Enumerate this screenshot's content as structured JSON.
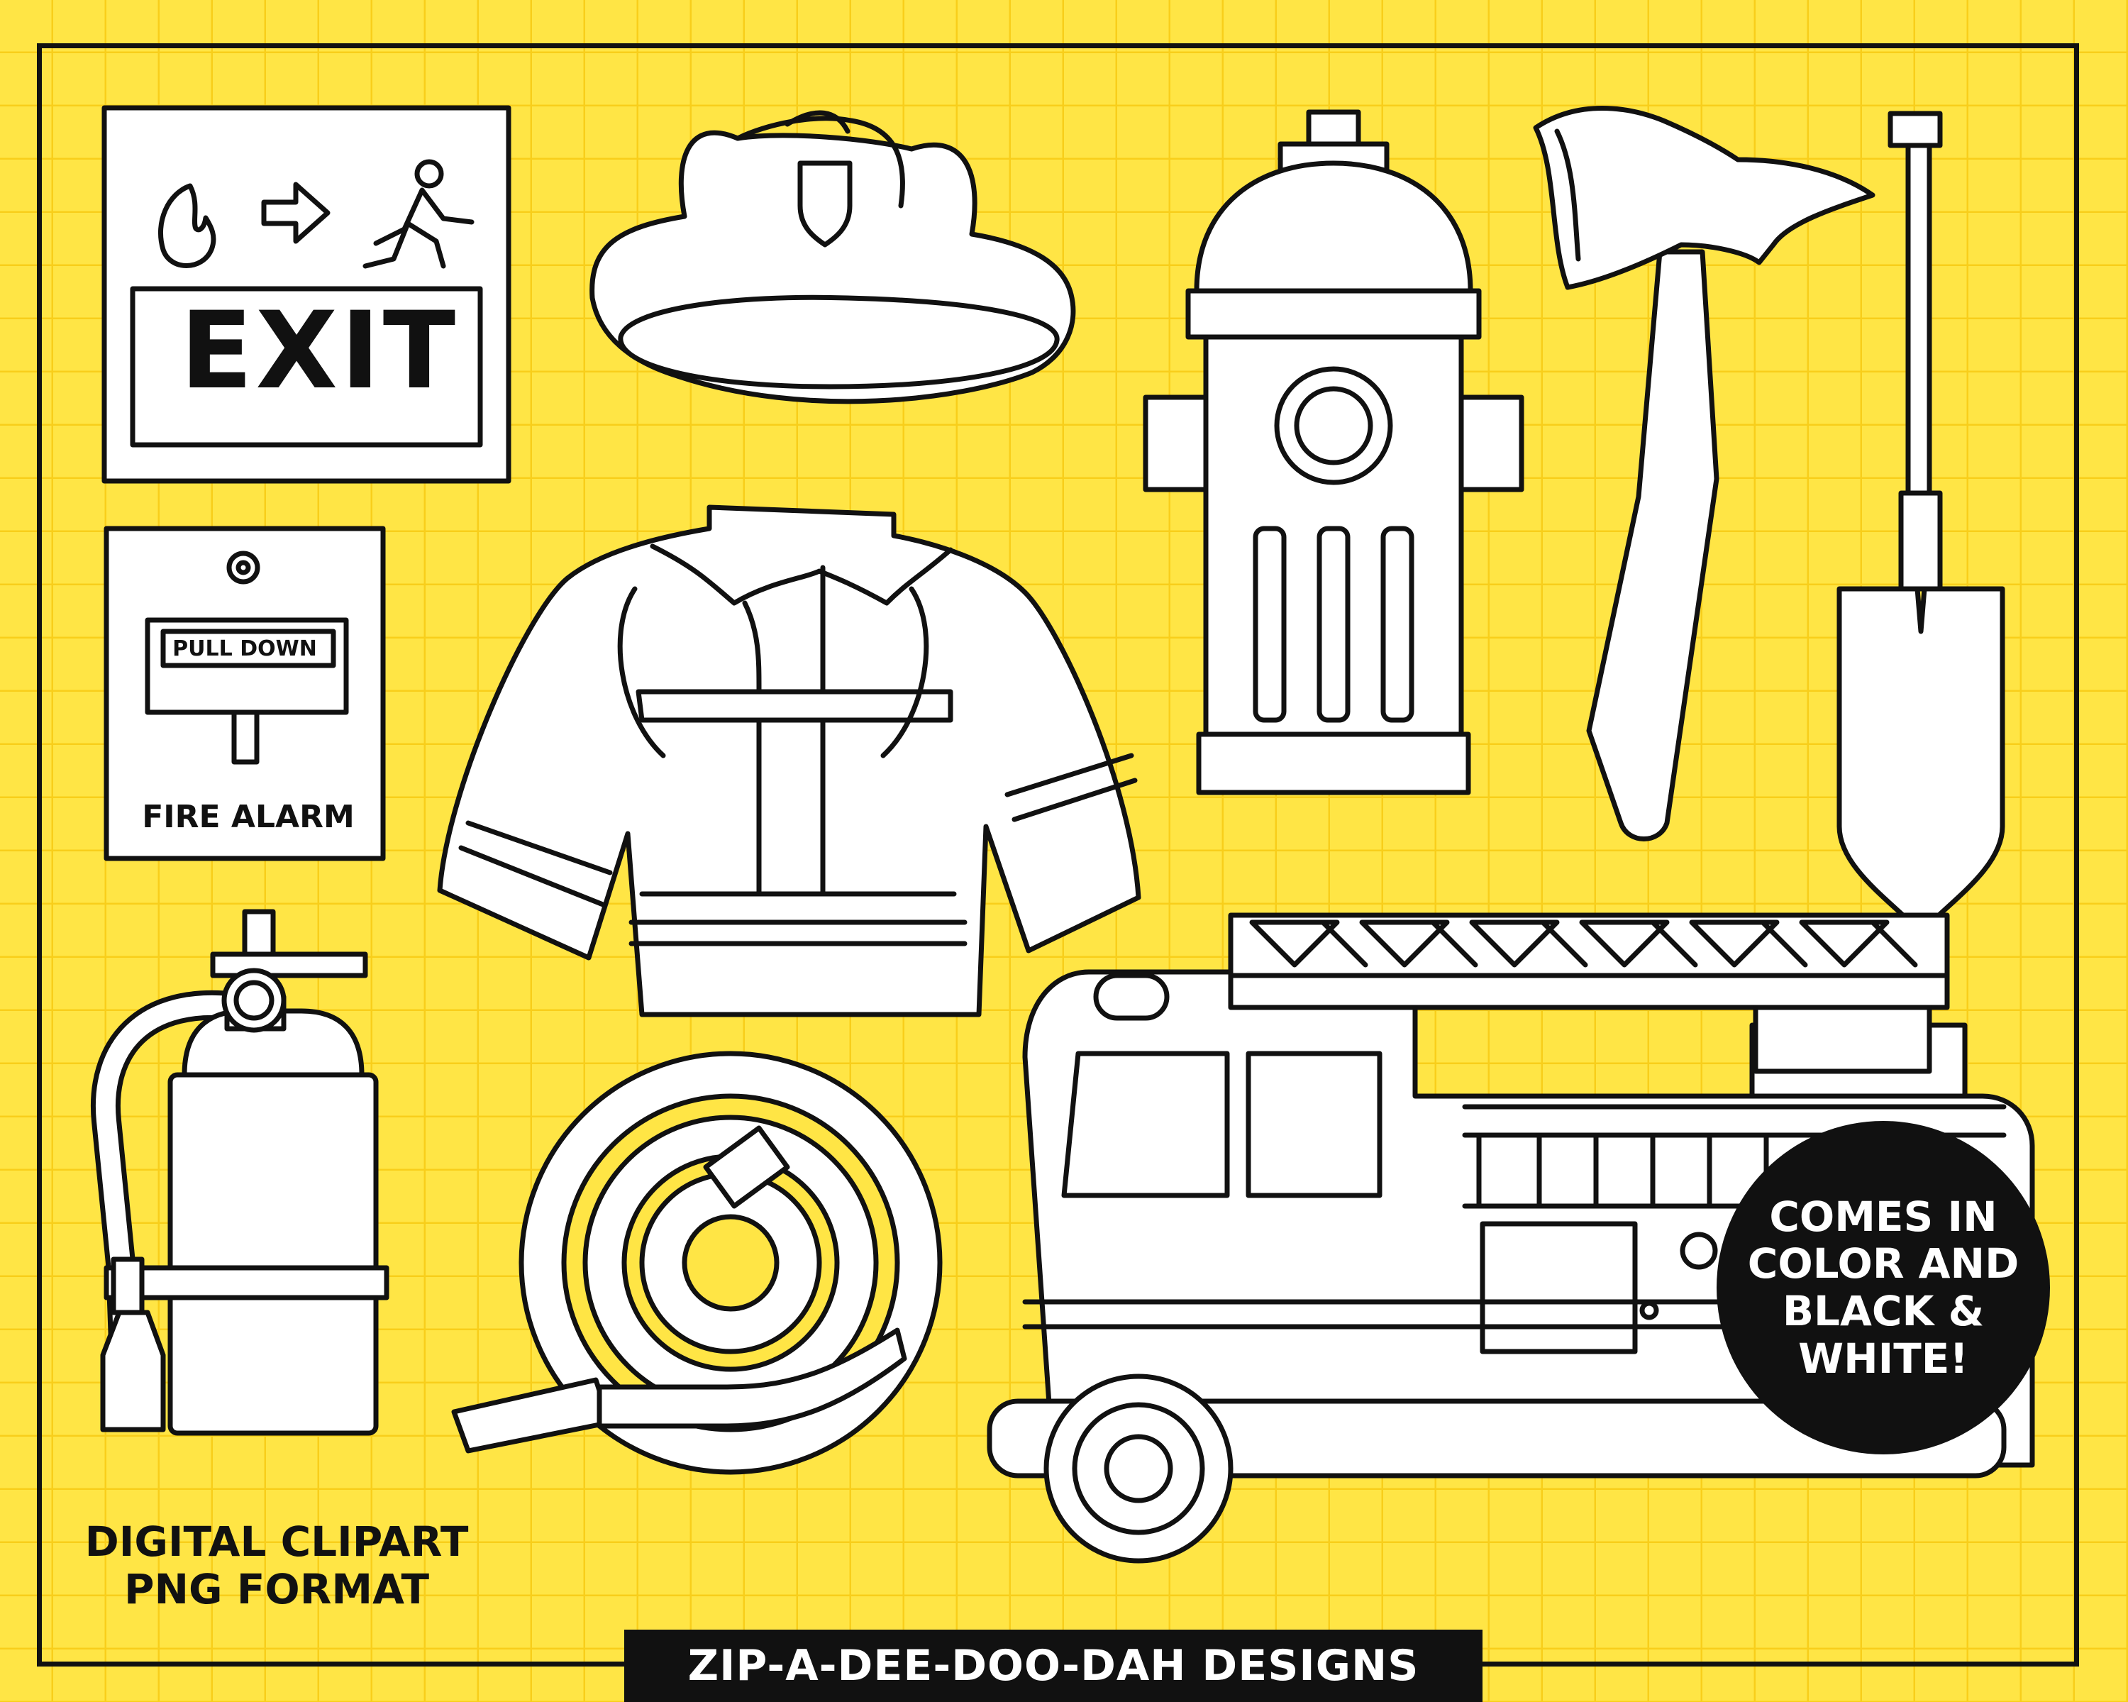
{
  "colors": {
    "background": "#FFE545",
    "grid": "#F8CE1A",
    "line": "#111111",
    "fill": "#FFFFFF"
  },
  "exit_sign": {
    "label": "EXIT"
  },
  "fire_alarm": {
    "handle_label": "PULL DOWN",
    "label": "FIRE ALARM"
  },
  "product_info": {
    "line1": "DIGITAL CLIPART",
    "line2": "PNG FORMAT"
  },
  "brand": {
    "name": "ZIP-A-DEE-DOO-DAH DESIGNS"
  },
  "badge": {
    "text": "COMES IN COLOR AND BLACK & WHITE!"
  },
  "items": [
    {
      "name": "exit-sign",
      "icon": "exit-sign-icon"
    },
    {
      "name": "fire-alarm",
      "icon": "fire-alarm-icon"
    },
    {
      "name": "fire-extinguisher",
      "icon": "fire-extinguisher-icon"
    },
    {
      "name": "firefighter-helmet",
      "icon": "helmet-icon"
    },
    {
      "name": "firefighter-jacket",
      "icon": "jacket-icon"
    },
    {
      "name": "fire-hose",
      "icon": "hose-icon"
    },
    {
      "name": "fire-hydrant",
      "icon": "hydrant-icon"
    },
    {
      "name": "fire-axe",
      "icon": "axe-icon"
    },
    {
      "name": "shovel",
      "icon": "shovel-icon"
    },
    {
      "name": "fire-truck",
      "icon": "fire-truck-icon"
    }
  ]
}
